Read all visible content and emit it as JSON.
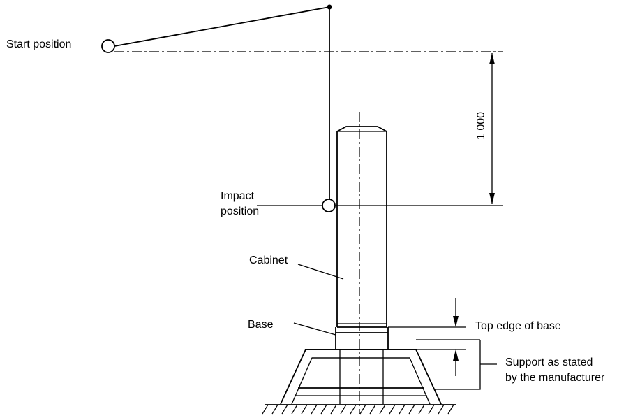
{
  "labels": {
    "start_position": "Start position",
    "impact_line1": "Impact",
    "impact_line2": "position",
    "cabinet": "Cabinet",
    "base": "Base",
    "top_edge": "Top edge of base",
    "support_line1": "Support as stated",
    "support_line2": "by the manufacturer"
  },
  "dimension": {
    "value": "1 000"
  }
}
